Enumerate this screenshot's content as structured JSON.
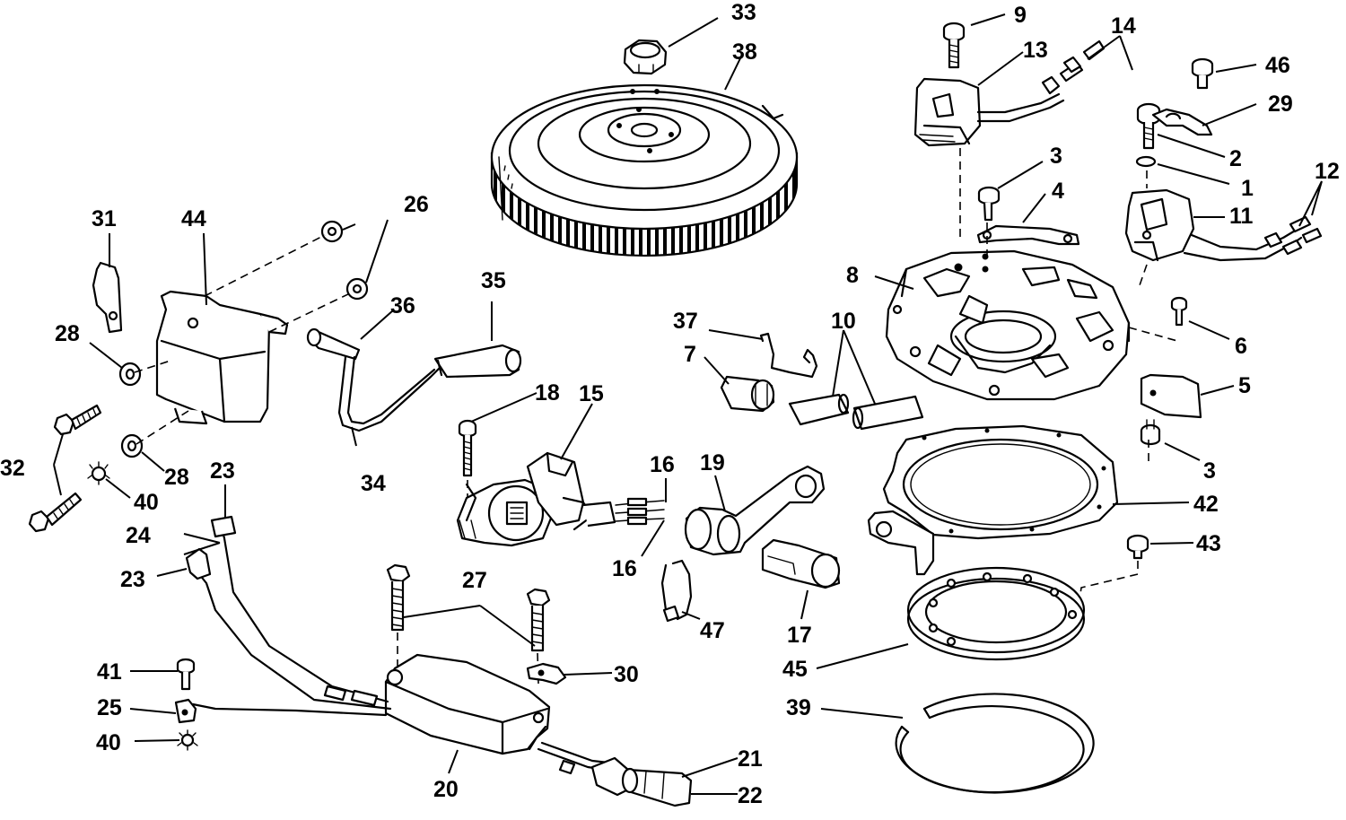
{
  "diagram": {
    "callouts": [
      {
        "id": "c1",
        "label": "1"
      },
      {
        "id": "c2",
        "label": "2"
      },
      {
        "id": "c3a",
        "label": "3"
      },
      {
        "id": "c3b",
        "label": "3"
      },
      {
        "id": "c4",
        "label": "4"
      },
      {
        "id": "c5",
        "label": "5"
      },
      {
        "id": "c6",
        "label": "6"
      },
      {
        "id": "c7",
        "label": "7"
      },
      {
        "id": "c8",
        "label": "8"
      },
      {
        "id": "c9",
        "label": "9"
      },
      {
        "id": "c10",
        "label": "10"
      },
      {
        "id": "c11",
        "label": "11"
      },
      {
        "id": "c12",
        "label": "12"
      },
      {
        "id": "c13",
        "label": "13"
      },
      {
        "id": "c14",
        "label": "14"
      },
      {
        "id": "c15",
        "label": "15"
      },
      {
        "id": "c16a",
        "label": "16"
      },
      {
        "id": "c16b",
        "label": "16"
      },
      {
        "id": "c17",
        "label": "17"
      },
      {
        "id": "c18",
        "label": "18"
      },
      {
        "id": "c19",
        "label": "19"
      },
      {
        "id": "c20",
        "label": "20"
      },
      {
        "id": "c21",
        "label": "21"
      },
      {
        "id": "c22",
        "label": "22"
      },
      {
        "id": "c23a",
        "label": "23"
      },
      {
        "id": "c23b",
        "label": "23"
      },
      {
        "id": "c24",
        "label": "24"
      },
      {
        "id": "c25",
        "label": "25"
      },
      {
        "id": "c26",
        "label": "26"
      },
      {
        "id": "c27",
        "label": "27"
      },
      {
        "id": "c28a",
        "label": "28"
      },
      {
        "id": "c28b",
        "label": "28"
      },
      {
        "id": "c29",
        "label": "29"
      },
      {
        "id": "c30",
        "label": "30"
      },
      {
        "id": "c31",
        "label": "31"
      },
      {
        "id": "c32",
        "label": "32"
      },
      {
        "id": "c33",
        "label": "33"
      },
      {
        "id": "c34",
        "label": "34"
      },
      {
        "id": "c35",
        "label": "35"
      },
      {
        "id": "c36",
        "label": "36"
      },
      {
        "id": "c37",
        "label": "37"
      },
      {
        "id": "c38",
        "label": "38"
      },
      {
        "id": "c39",
        "label": "39"
      },
      {
        "id": "c40a",
        "label": "40"
      },
      {
        "id": "c40b",
        "label": "40"
      },
      {
        "id": "c41",
        "label": "41"
      },
      {
        "id": "c42",
        "label": "42"
      },
      {
        "id": "c43",
        "label": "43"
      },
      {
        "id": "c44",
        "label": "44"
      },
      {
        "id": "c45",
        "label": "45"
      },
      {
        "id": "c46",
        "label": "46"
      },
      {
        "id": "c47",
        "label": "47"
      }
    ]
  }
}
